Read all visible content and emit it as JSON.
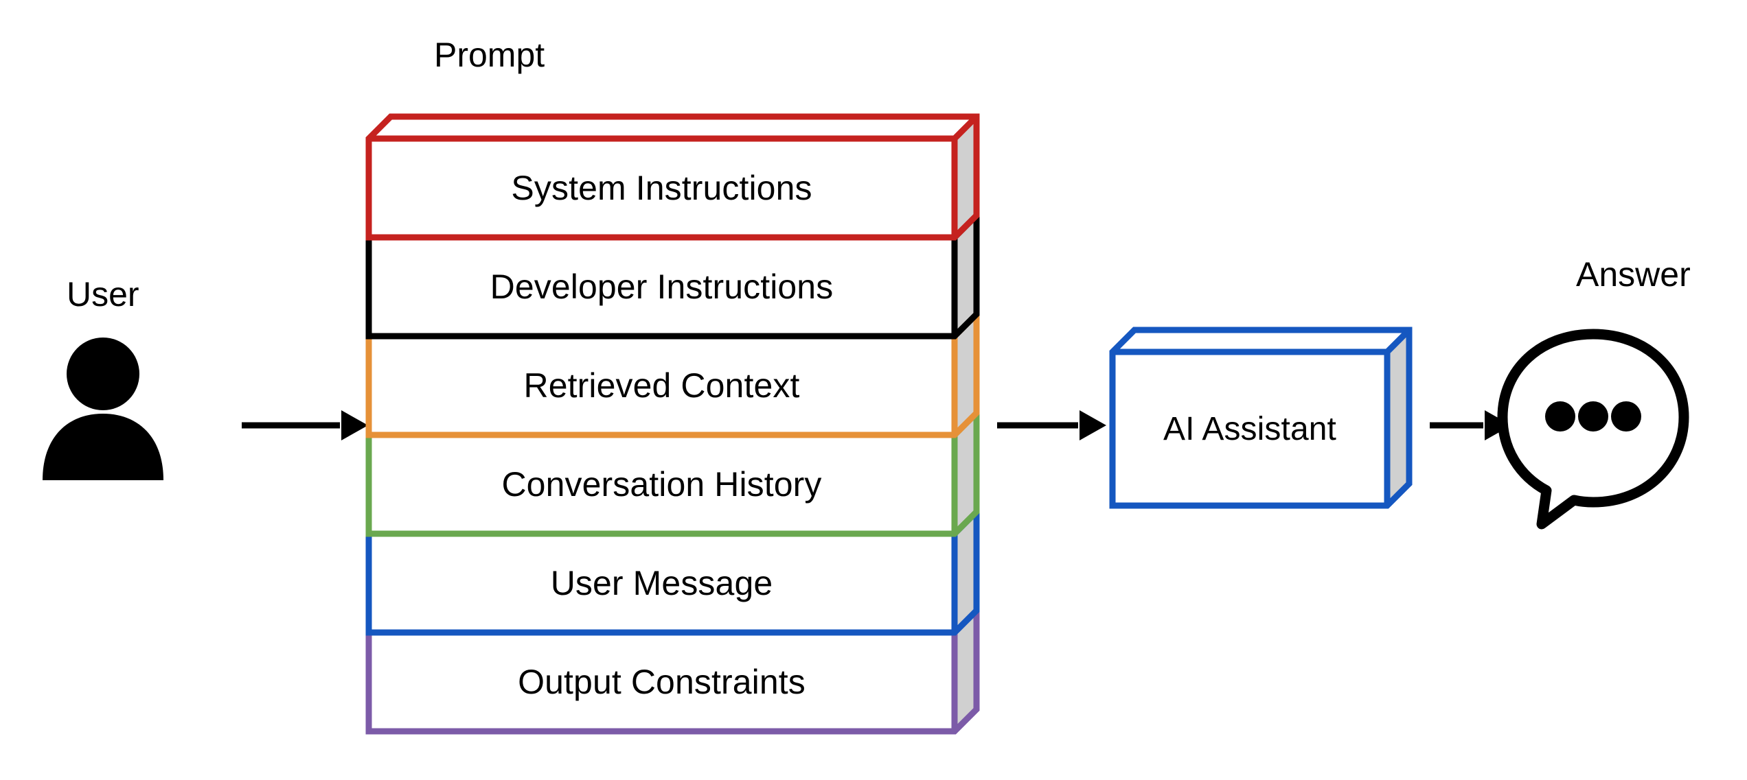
{
  "diagram": {
    "title": "Prompt composition flow for an AI assistant",
    "background_color": "#ffffff",
    "side_face_color": "#d0d0d0",
    "front_face_color": "#ffffff",
    "text_color": "#000000"
  },
  "labels": {
    "prompt": "Prompt",
    "user": "User",
    "answer": "Answer"
  },
  "actors": {
    "user": {
      "label": "User",
      "icon": "user-person-icon",
      "color": "#000000"
    },
    "assistant": {
      "label": "AI Assistant",
      "color": "#1557c0",
      "icon": "cube-box-icon"
    },
    "answer": {
      "label": "Answer",
      "icon": "speech-bubble-ellipsis-icon",
      "color": "#000000",
      "dots": 3
    }
  },
  "prompt_stack": {
    "title": "Prompt",
    "layers": [
      {
        "label": "System Instructions",
        "color": "#c5221f"
      },
      {
        "label": "Developer Instructions",
        "color": "#000000"
      },
      {
        "label": "Retrieved Context",
        "color": "#e69138"
      },
      {
        "label": "Conversation History",
        "color": "#6aa84f"
      },
      {
        "label": "User Message",
        "color": "#1557c0"
      },
      {
        "label": "Output Constraints",
        "color": "#7c5ba8"
      }
    ]
  },
  "arrows": [
    {
      "name": "user-to-prompt",
      "from": "User",
      "to": "Prompt",
      "color": "#000000"
    },
    {
      "name": "prompt-to-assistant",
      "from": "Prompt",
      "to": "AI Assistant",
      "color": "#000000"
    },
    {
      "name": "assistant-to-answer",
      "from": "AI Assistant",
      "to": "Answer",
      "color": "#000000"
    }
  ]
}
